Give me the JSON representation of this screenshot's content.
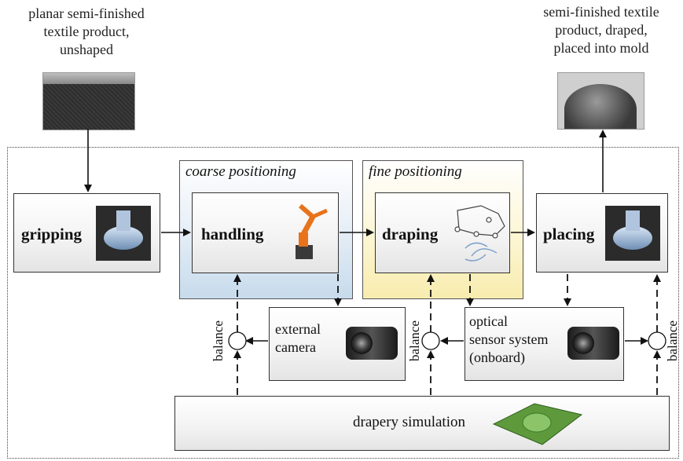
{
  "input_caption": "planar semi-finished\ntextile product,\nunshaped",
  "output_caption": "semi-finished textile\nproduct, draped,\nplaced into mold",
  "groups": {
    "coarse": "coarse positioning",
    "fine": "fine positioning"
  },
  "steps": {
    "gripping": "gripping",
    "handling": "handling",
    "draping": "draping",
    "placing": "placing"
  },
  "sensors": {
    "external_camera": "external\ncamera",
    "optical_sensor": "optical\nsensor system\n(onboard)"
  },
  "balance_label": "balance",
  "simulation": "drapery simulation",
  "colors": {
    "coarse_fill": "#d6e4f0",
    "fine_fill": "#fbf3c6",
    "robot_orange": "#e8731a"
  }
}
